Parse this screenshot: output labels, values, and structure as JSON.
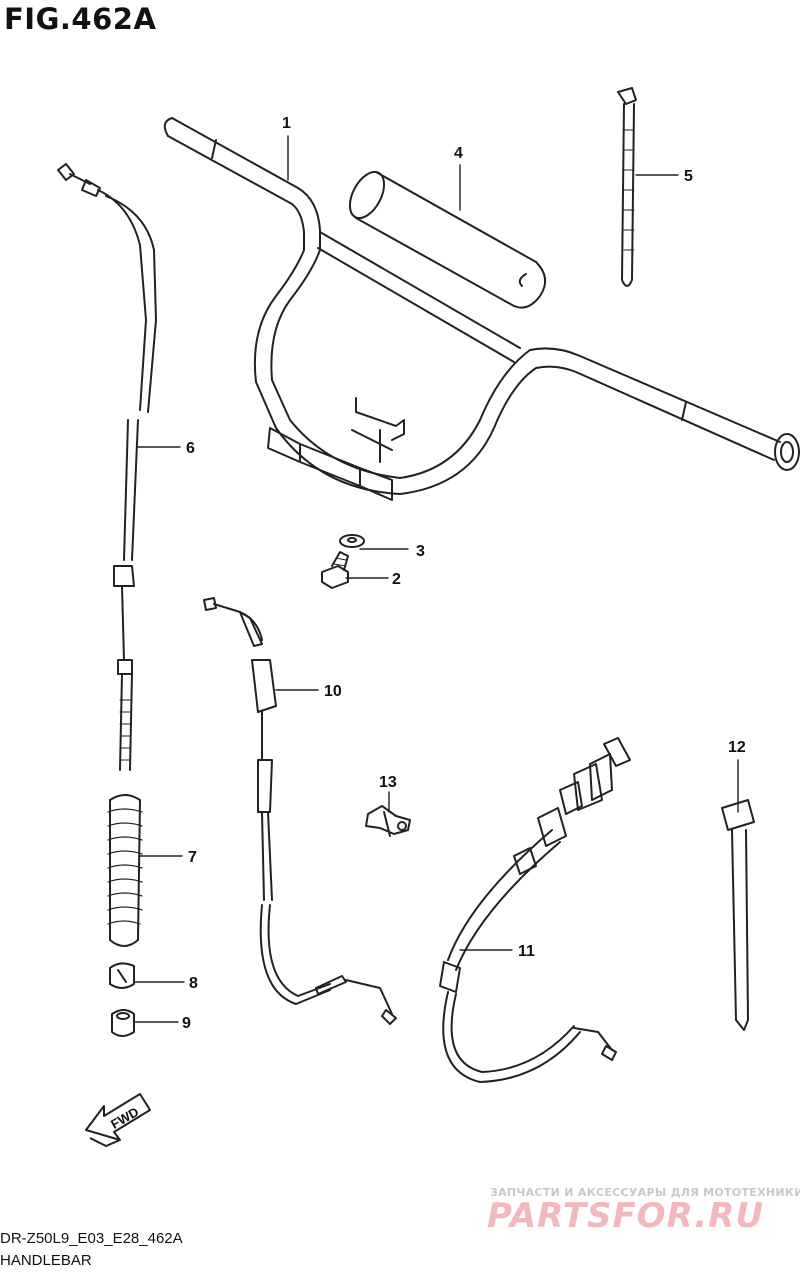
{
  "figure": {
    "title": "FIG.462A",
    "code": "DR-Z50L9_E03_E28_462A",
    "name": "HANDLEBAR"
  },
  "callouts": [
    "1",
    "2",
    "3",
    "4",
    "5",
    "6",
    "7",
    "8",
    "9",
    "10",
    "11",
    "12",
    "13"
  ],
  "direction_marker": {
    "label": "FWD"
  },
  "watermark": {
    "tagline": "ЗАПЧАСТИ И АКСЕССУАРЫ ДЛЯ МОТОТЕХНИКИ",
    "brand": "PARTSFOR.RU",
    "brand_color": "#f3b8bb"
  },
  "colors": {
    "line": "#222222",
    "background": "#ffffff"
  }
}
